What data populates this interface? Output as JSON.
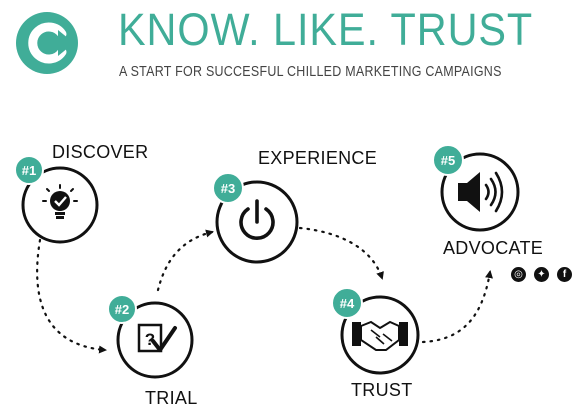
{
  "header": {
    "title": "KNOW.  LIKE. TRUST",
    "subtitle": "A START FOR SUCCESFUL CHILLED MARKETING CAMPAIGNS"
  },
  "steps": [
    {
      "badge": "#1",
      "label": "DISCOVER",
      "icon": "lightbulb-check-icon"
    },
    {
      "badge": "#2",
      "label": "TRIAL",
      "icon": "question-checkbox-icon"
    },
    {
      "badge": "#3",
      "label": "EXPERIENCE",
      "icon": "power-icon"
    },
    {
      "badge": "#4",
      "label": "TRUST",
      "icon": "handshake-icon"
    },
    {
      "badge": "#5",
      "label": "ADVOCATE",
      "icon": "speaker-icon"
    }
  ],
  "social": [
    {
      "icon": "instagram-icon",
      "glyph": "◎"
    },
    {
      "icon": "twitter-icon",
      "glyph": "✦"
    },
    {
      "icon": "facebook-icon",
      "glyph": "f"
    }
  ],
  "colors": {
    "accent": "#40ad98",
    "stroke": "#111111"
  }
}
